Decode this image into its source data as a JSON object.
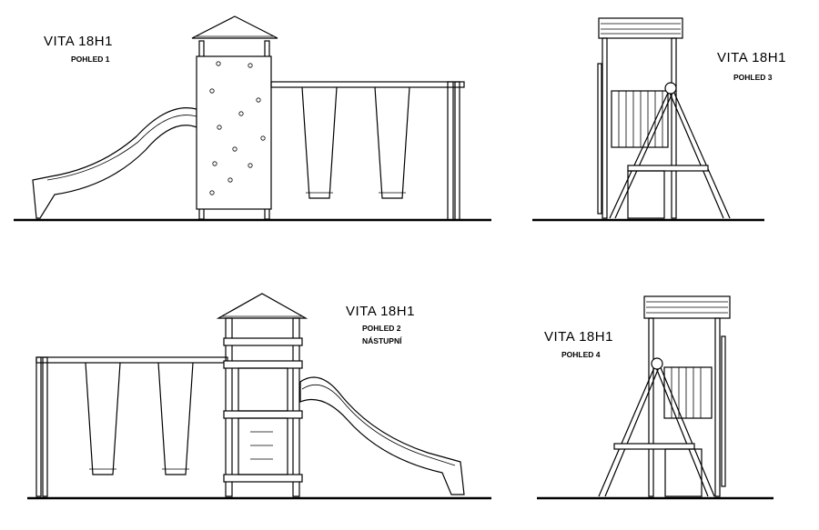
{
  "views": [
    {
      "title": "VITA 18H1",
      "subtitle": "POHLED 1",
      "subtitle2": ""
    },
    {
      "title": "VITA 18H1",
      "subtitle": "POHLED 3",
      "subtitle2": ""
    },
    {
      "title": "VITA 18H1",
      "subtitle": "POHLED 2",
      "subtitle2": "NÁSTUPNÍ"
    },
    {
      "title": "VITA 18H1",
      "subtitle": "POHLED 4",
      "subtitle2": ""
    }
  ]
}
